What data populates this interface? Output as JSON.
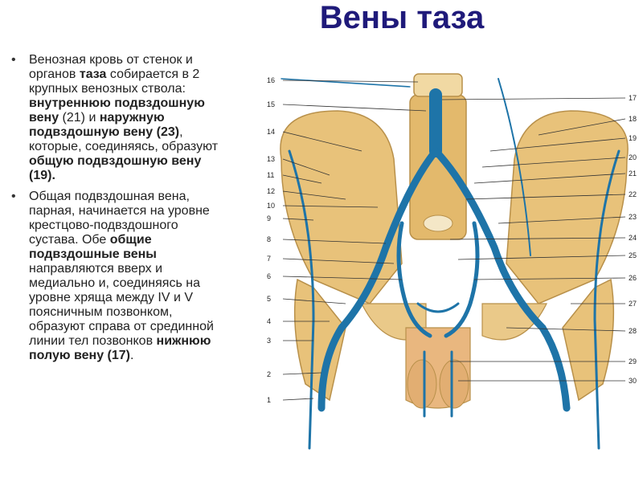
{
  "title": "Вены таза",
  "bullets": [
    {
      "runs": [
        {
          "text": "Венозная кровь от стенок и органов ",
          "bold": false
        },
        {
          "text": "таза",
          "bold": true
        },
        {
          "text": " собирается в 2 крупных венозных ствола: ",
          "bold": false
        },
        {
          "text": "внутреннюю подвздошную вену",
          "bold": true
        },
        {
          "text": " (21) и ",
          "bold": false
        },
        {
          "text": "наружную подвздошную вену (23)",
          "bold": true
        },
        {
          "text": ", которые, соединяясь, образуют ",
          "bold": false
        },
        {
          "text": "общую подвздошную вену (19).",
          "bold": true
        }
      ]
    },
    {
      "runs": [
        {
          "text": "Общая подвздошная вена, парная, начинается на уровне крестцово-подвздошного сустава. Обе ",
          "bold": false
        },
        {
          "text": "общие подвздошные вены",
          "bold": true
        },
        {
          "text": " направляются вверх и медиально и, соединяясь на уровне хряща между IV и V поясничным позвонком, образуют справа от срединной линии тел позвонков ",
          "bold": false
        },
        {
          "text": "нижнюю полую вену (17)",
          "bold": true
        },
        {
          "text": ".",
          "bold": false
        }
      ]
    }
  ],
  "figure_labels": {
    "left": [
      "16",
      "15",
      "14",
      "13",
      "11",
      "12",
      "10",
      "9",
      "8",
      "7",
      "6",
      "5",
      "4",
      "3",
      "2",
      "1"
    ],
    "right": [
      "17",
      "18",
      "19",
      "20",
      "21",
      "22",
      "23",
      "24",
      "25",
      "26",
      "27",
      "28",
      "29",
      "30"
    ]
  },
  "colors": {
    "title": "#1f1a7a",
    "bone": "#e8c27a",
    "vein": "#1e74a8"
  }
}
